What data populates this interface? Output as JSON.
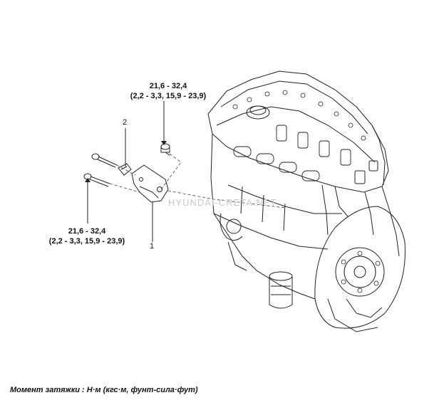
{
  "torque_top": {
    "line1": "21,6 - 32,4",
    "line2": "(2,2 - 3,3, 15,9 - 23,9)"
  },
  "torque_left": {
    "line1": "21,6 - 32,4",
    "line2": "(2,2 - 3,3, 15,9 - 23,9)"
  },
  "callouts": {
    "part1": "1",
    "part2": "2"
  },
  "watermark": "HYUNDAI-CRETA.NET",
  "caption": "Момент затяжки : Н·м (кгс·м, фунт-сила·фут)"
}
